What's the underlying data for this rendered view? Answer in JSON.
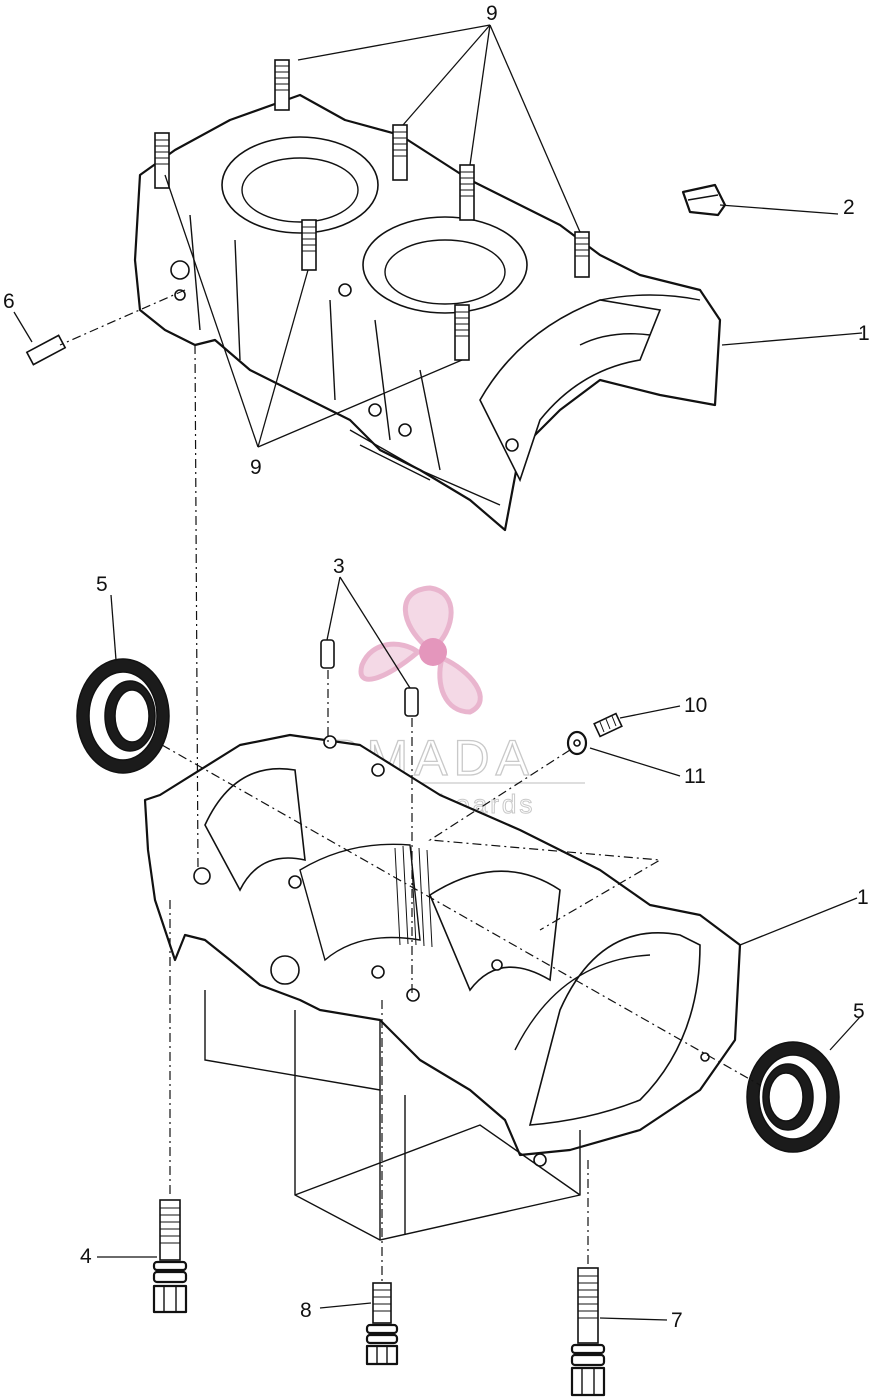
{
  "watermark": {
    "title": "ARMADA",
    "subtitle": "marine outboards",
    "colors": {
      "logo": "#e6a9c6",
      "logo_dark": "#e084b1",
      "text": "#c9c9c9"
    }
  },
  "callouts": {
    "c9_top": "9",
    "c2": "2",
    "c1_upper": "1",
    "c6": "6",
    "c9_bottom": "9",
    "c3": "3",
    "c5_left": "5",
    "c10": "10",
    "c11": "11",
    "c1_lower": "1",
    "c5_right": "5",
    "c4": "4",
    "c8": "8",
    "c7": "7"
  }
}
